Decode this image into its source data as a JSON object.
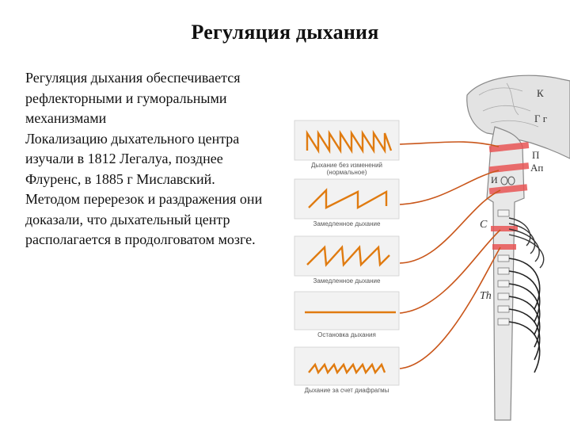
{
  "slide": {
    "title": "Регуляция дыхания",
    "paragraphs": [
      "Регуляция дыхания обеспечивается рефлекторными и гуморальными механизмами",
      "Локализацию дыхательного центра изучали в 1812 Легалуа, позднее Флуренс, в 1885 г Миславский. Методом перерезок и раздражения они доказали, что дыхательный центр располагается в продолговатом мозге."
    ]
  },
  "figure": {
    "panels": [
      {
        "caption_line1": "Дыхание без изменений",
        "caption_line2": "(нормальное)"
      },
      {
        "caption_line1": "Замедленное дыхание",
        "caption_line2": ""
      },
      {
        "caption_line1": "Замедленное дыхание",
        "caption_line2": ""
      },
      {
        "caption_line1": "Остановка дыхания",
        "caption_line2": ""
      },
      {
        "caption_line1": "Дыхание за счет диафрагмы",
        "caption_line2": ""
      }
    ],
    "labels": {
      "k": "К",
      "gg": "Г г",
      "p": "П",
      "ap": "Ап",
      "i": "И",
      "c": "С",
      "th": "Th"
    },
    "colors": {
      "trace": "#e07b10",
      "nerve": "#c9561a",
      "cut": "#e85555"
    }
  }
}
